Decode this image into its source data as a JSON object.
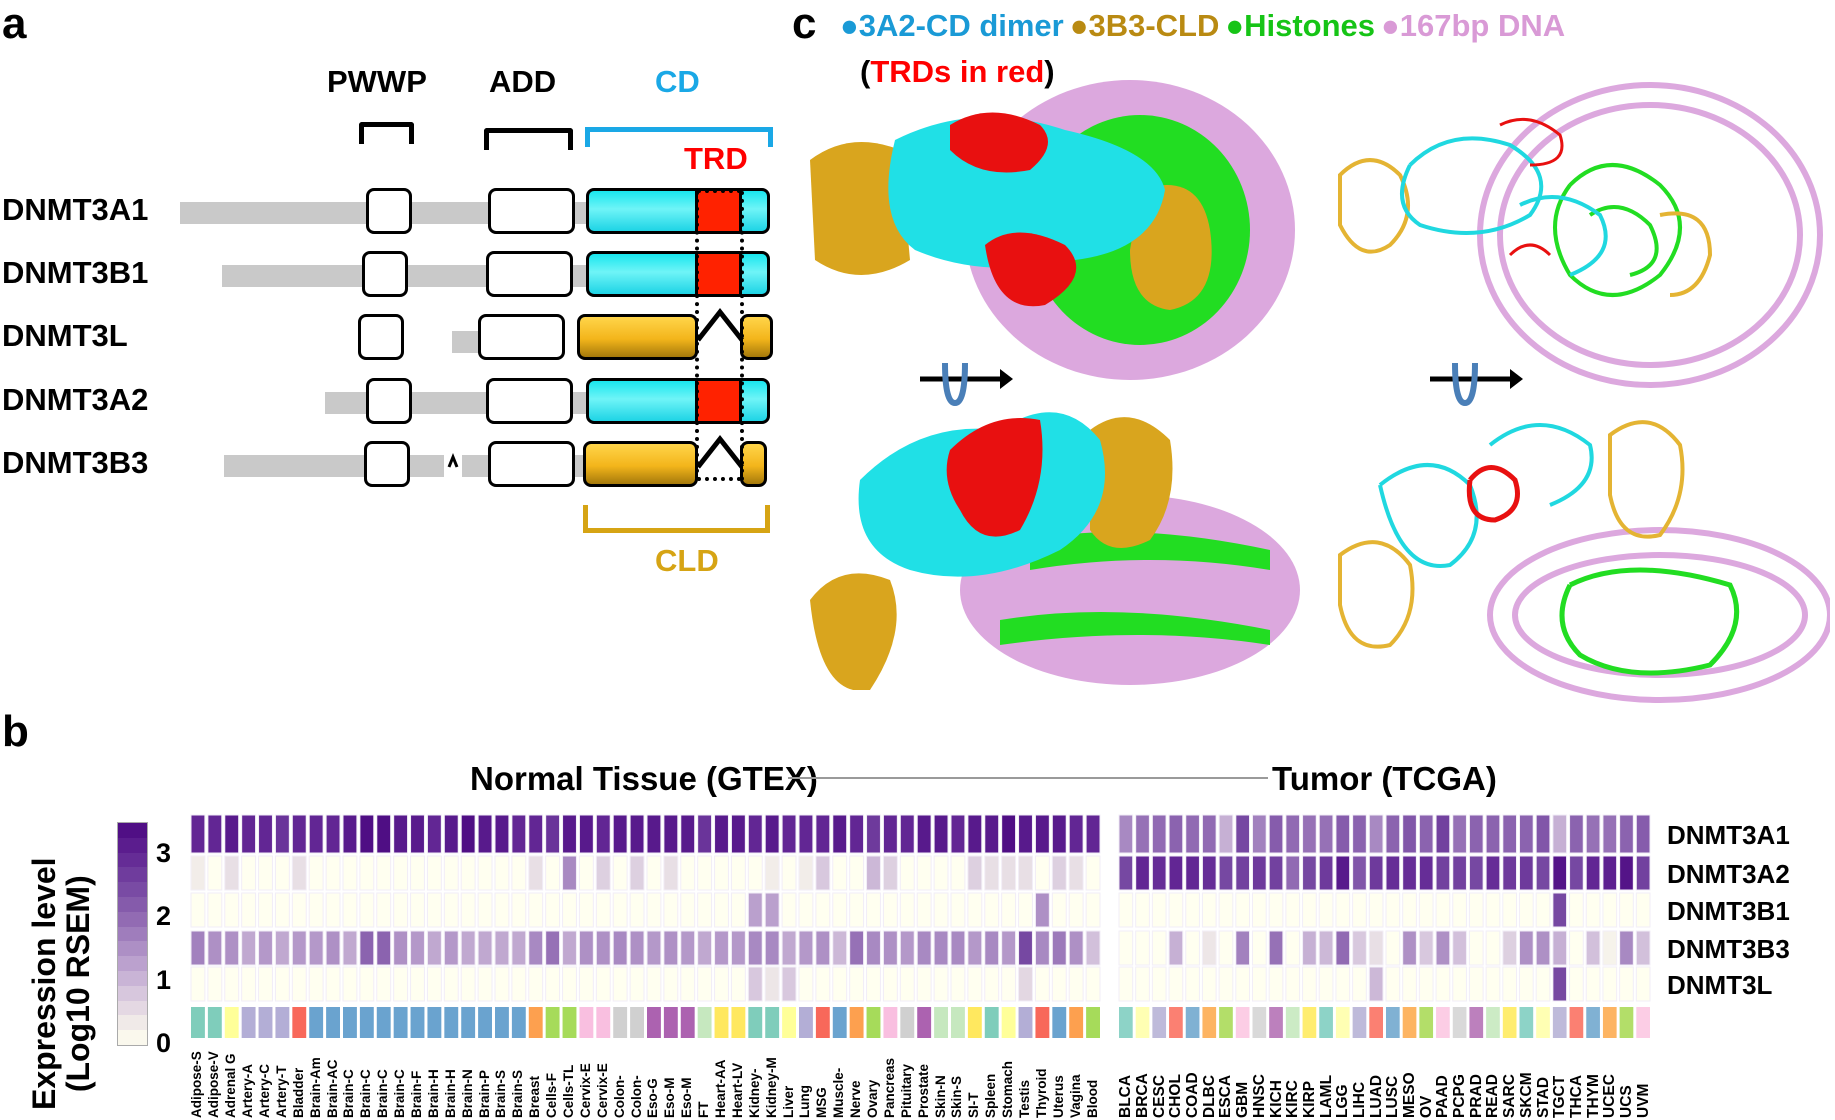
{
  "panel_a": {
    "letter": "a",
    "domains": {
      "pwwp": "PWWP",
      "add": "ADD",
      "cd": "CD",
      "trd": "TRD",
      "cld": "CLD"
    },
    "proteins": [
      {
        "name": "DNMT3A1",
        "catalytic": "CD",
        "has_trd": true
      },
      {
        "name": "DNMT3B1",
        "catalytic": "CD",
        "has_trd": true
      },
      {
        "name": "DNMT3L",
        "catalytic": "CLD",
        "has_trd": false
      },
      {
        "name": "DNMT3A2",
        "catalytic": "CD",
        "has_trd": true
      },
      {
        "name": "DNMT3B3",
        "catalytic": "CLD",
        "has_trd": false
      }
    ],
    "colors": {
      "cd": "#22e3ef",
      "cld": "#f2b418",
      "trd": "#ff2200",
      "cd_bracket": "#1aa8e6",
      "cld_bracket": "#d6a414",
      "linker": "#c9c9c9"
    }
  },
  "panel_c": {
    "letter": "c",
    "legend": [
      {
        "label": "3A2-CD dimer",
        "color": "#1a9ad6"
      },
      {
        "label": "3B3-CLD",
        "color": "#b98a12"
      },
      {
        "label": "Histones",
        "color": "#16c416"
      },
      {
        "label": "167bp DNA",
        "color": "#d99ad6"
      }
    ],
    "trd_note_open": "(",
    "trd_note": "TRDs in red",
    "trd_note_close": ")",
    "views": [
      "surface-top",
      "ribbon-top",
      "surface-rotated",
      "ribbon-rotated"
    ],
    "colors": {
      "cd": "#20e0e6",
      "cld": "#d9a51e",
      "histone": "#22dd22",
      "dna": "#dca8de",
      "trd": "#e81010",
      "rotate_arrow": "#4a7fb8"
    }
  },
  "panel_b": {
    "letter": "b",
    "colorbar": {
      "title_line1": "Expression level",
      "title_line2": "(Log10 RSEM)",
      "ticks": [
        "0",
        "1",
        "2",
        "3"
      ],
      "range": [
        0,
        3.5
      ]
    }
  },
  "chart_data": {
    "type": "heatmap",
    "title_left": "Normal Tissue (GTEX)",
    "title_right": "Tumor (TCGA)",
    "value_label": "Expression level (Log10 RSEM)",
    "vlim": [
      0,
      3.5
    ],
    "rows": [
      "DNMT3A1",
      "DNMT3A2",
      "DNMT3B1",
      "DNMT3B3",
      "DNMT3L"
    ],
    "gtex": {
      "columns": [
        "Adipose-S",
        "Adipose-V",
        "Adrenal G",
        "Artery-A",
        "Artery-C",
        "Artery-T",
        "Bladder",
        "Brain-Am",
        "Brain-AC",
        "Brain-C",
        "Brain-C",
        "Brain-C",
        "Brain-C",
        "Brain-F",
        "Brain-H",
        "Brain-H",
        "Brain-N",
        "Brain-P",
        "Brain-S",
        "Brain-S",
        "Breast",
        "Cells-F",
        "Cells-TL",
        "Cervix-E",
        "Cervix-E",
        "Colon-",
        "Colon-",
        "Eso-G",
        "Eso-M",
        "Eso-M",
        "FT",
        "Heart-AA",
        "Heart-LV",
        "Kidney-",
        "Kidney-M",
        "Liver",
        "Lung",
        "MSG",
        "Muscle-",
        "Nerve",
        "Ovary",
        "Pancreas",
        "Pituitary",
        "Prostate",
        "Skin-N",
        "Skin-S",
        "SI-T",
        "Spleen",
        "Stomach",
        "Testis",
        "Thyroid",
        "Uterus",
        "Vagina",
        "Blood"
      ],
      "group_colors": [
        "#7fcdbb",
        "#7fcdbb",
        "#ffff99",
        "#b3aed6",
        "#b3aed6",
        "#b3aed6",
        "#f8685a",
        "#6aa3cf",
        "#6aa3cf",
        "#6aa3cf",
        "#6aa3cf",
        "#6aa3cf",
        "#6aa3cf",
        "#6aa3cf",
        "#6aa3cf",
        "#6aa3cf",
        "#6aa3cf",
        "#6aa3cf",
        "#6aa3cf",
        "#6aa3cf",
        "#fda04f",
        "#a6db5a",
        "#a6db5a",
        "#f9bfe0",
        "#f9bfe0",
        "#d0d0d0",
        "#d0d0d0",
        "#ac62b0",
        "#ac62b0",
        "#ac62b0",
        "#c6e8bf",
        "#ffe85f",
        "#ffe85f",
        "#7fcdbb",
        "#7fcdbb",
        "#ffff99",
        "#b3aed6",
        "#f8685a",
        "#6aa3cf",
        "#fda04f",
        "#a6db5a",
        "#f9bfe0",
        "#d0d0d0",
        "#ac62b0",
        "#c6e8bf",
        "#c6e8bf",
        "#ffe85f",
        "#7fcdbb",
        "#ffff99",
        "#b3aed6",
        "#f8685a",
        "#6aa3cf",
        "#fda04f",
        "#a6db5a"
      ],
      "values": [
        [
          3.0,
          3.0,
          3.2,
          3.0,
          3.0,
          2.8,
          3.0,
          3.0,
          3.0,
          3.2,
          3.4,
          3.4,
          3.2,
          3.2,
          3.0,
          3.2,
          3.4,
          3.2,
          3.2,
          3.0,
          3.0,
          2.8,
          3.2,
          3.2,
          3.0,
          3.2,
          3.2,
          3.2,
          3.2,
          3.2,
          2.8,
          3.2,
          3.2,
          3.0,
          3.2,
          3.0,
          3.0,
          3.0,
          3.2,
          3.0,
          2.7,
          3.0,
          3.0,
          3.2,
          3.2,
          3.0,
          3.2,
          3.2,
          3.4,
          3.2,
          3.2,
          3.2,
          3.0,
          3.0
        ],
        [
          0.3,
          0,
          0.5,
          0,
          0,
          0,
          0.5,
          0,
          0,
          0,
          0,
          0,
          0,
          0,
          0,
          0,
          0,
          0,
          0,
          0,
          0.5,
          0,
          1.6,
          0,
          0.7,
          0,
          0.7,
          0,
          0.5,
          0,
          0,
          0,
          0,
          0,
          0.3,
          0,
          0.3,
          0.8,
          0,
          0,
          1.0,
          0.7,
          0,
          0,
          0,
          0,
          0.7,
          0.5,
          0.5,
          0.5,
          0,
          0.7,
          0.5,
          0
        ],
        [
          0,
          0,
          0,
          0,
          0,
          0,
          0,
          0,
          0,
          0,
          0,
          0,
          0,
          0,
          0,
          0,
          0,
          0,
          0,
          0,
          0,
          0,
          0,
          0,
          0,
          0,
          0,
          0,
          0,
          0,
          0,
          0,
          0,
          1.3,
          1.3,
          0,
          0,
          0,
          0,
          0,
          0,
          0,
          0,
          0,
          0,
          0,
          0,
          0,
          0,
          0,
          1.5,
          0,
          0,
          0
        ],
        [
          1.7,
          1.5,
          1.5,
          1.2,
          1.4,
          1.2,
          1.4,
          1.4,
          1.5,
          1.2,
          2.1,
          2.1,
          1.5,
          1.4,
          1.2,
          1.4,
          1.2,
          1.2,
          1.2,
          1.2,
          1.6,
          1.9,
          1.2,
          1.5,
          1.5,
          1.6,
          1.5,
          1.4,
          1.5,
          1.4,
          1.2,
          1.4,
          1.4,
          1.6,
          1.6,
          1.2,
          1.4,
          1.5,
          1.0,
          1.9,
          1.6,
          1.5,
          1.4,
          1.6,
          1.6,
          1.6,
          1.4,
          1.6,
          1.4,
          2.5,
          1.6,
          1.8,
          1.5,
          0.9
        ],
        [
          0,
          0,
          0,
          0,
          0,
          0,
          0,
          0,
          0,
          0,
          0,
          0,
          0,
          0,
          0,
          0,
          0,
          0,
          0,
          0,
          0,
          0,
          0,
          0,
          0,
          0,
          0,
          0,
          0,
          0,
          0,
          0,
          0,
          0.8,
          0.4,
          0.8,
          0,
          0,
          0,
          0,
          0,
          0,
          0,
          0,
          0,
          0,
          0,
          0,
          0,
          0.6,
          0,
          0,
          0,
          0
        ]
      ]
    },
    "tcga": {
      "columns": [
        "BLCA",
        "BRCA",
        "CESC",
        "CHOL",
        "COAD",
        "DLBC",
        "ESCA",
        "GBM",
        "HNSC",
        "KICH",
        "KIRC",
        "KIRP",
        "LAML",
        "LGG",
        "LIHC",
        "LUAD",
        "LUSC",
        "MESO",
        "OV",
        "PAAD",
        "PCPG",
        "PRAD",
        "READ",
        "SARC",
        "SKCM",
        "STAD",
        "TGCT",
        "THCA",
        "THYM",
        "UCEC",
        "UCS",
        "UVM"
      ],
      "group_colors": [
        "#8dd3c7",
        "#ffffb3",
        "#bebada",
        "#fb8072",
        "#80b1d3",
        "#fdb462",
        "#b3de69",
        "#fccde5",
        "#d9d9d9",
        "#bc80bd",
        "#ccebc5",
        "#ffed6f",
        "#8dd3c7",
        "#ffffb3",
        "#bebada",
        "#fb8072",
        "#80b1d3",
        "#fdb462",
        "#b3de69",
        "#fccde5",
        "#d9d9d9",
        "#bc80bd",
        "#ccebc5",
        "#ffed6f",
        "#8dd3c7",
        "#ffffb3",
        "#bebada",
        "#fb8072",
        "#80b1d3",
        "#fdb462",
        "#b3de69",
        "#fccde5"
      ],
      "values": [
        [
          1.6,
          1.9,
          2.0,
          2.1,
          2.0,
          2.0,
          1.1,
          2.5,
          1.7,
          2.2,
          2.0,
          1.9,
          1.9,
          2.2,
          2.1,
          1.6,
          2.1,
          2.3,
          2.1,
          2.6,
          1.9,
          2.1,
          2.1,
          2.1,
          2.1,
          2.3,
          1.1,
          2.1,
          1.9,
          1.9,
          2.1,
          2.2
        ],
        [
          2.5,
          3.0,
          2.9,
          3.0,
          3.0,
          2.9,
          2.5,
          2.6,
          2.7,
          2.6,
          2.0,
          2.5,
          2.7,
          3.2,
          2.3,
          2.7,
          2.9,
          2.9,
          2.9,
          2.6,
          2.6,
          2.5,
          2.9,
          2.7,
          2.7,
          2.5,
          3.3,
          2.5,
          3.0,
          3.1,
          3.3,
          2.6
        ],
        [
          0,
          0,
          0,
          0,
          0,
          0,
          0,
          0,
          0,
          0,
          0,
          0,
          0,
          0,
          0,
          0,
          0,
          0,
          0,
          0,
          0,
          0,
          0,
          0,
          0,
          0,
          2.5,
          0,
          0,
          0,
          0,
          0
        ],
        [
          0,
          0,
          0,
          1.1,
          0,
          0.4,
          0,
          1.7,
          0,
          1.9,
          0,
          1.1,
          1.0,
          2.0,
          0.8,
          0.5,
          0,
          1.5,
          0.8,
          1.5,
          0.9,
          0,
          0,
          0.7,
          1.5,
          1.5,
          1.1,
          0,
          0.9,
          0.2,
          1.6,
          0.9
        ],
        [
          0,
          0,
          0,
          0,
          0,
          0,
          0,
          0,
          0,
          0,
          0,
          0,
          0,
          0,
          0,
          1.0,
          0,
          0,
          0,
          0,
          0,
          0,
          0,
          0,
          0,
          0,
          2.5,
          0,
          0,
          0,
          0,
          0
        ]
      ]
    }
  }
}
